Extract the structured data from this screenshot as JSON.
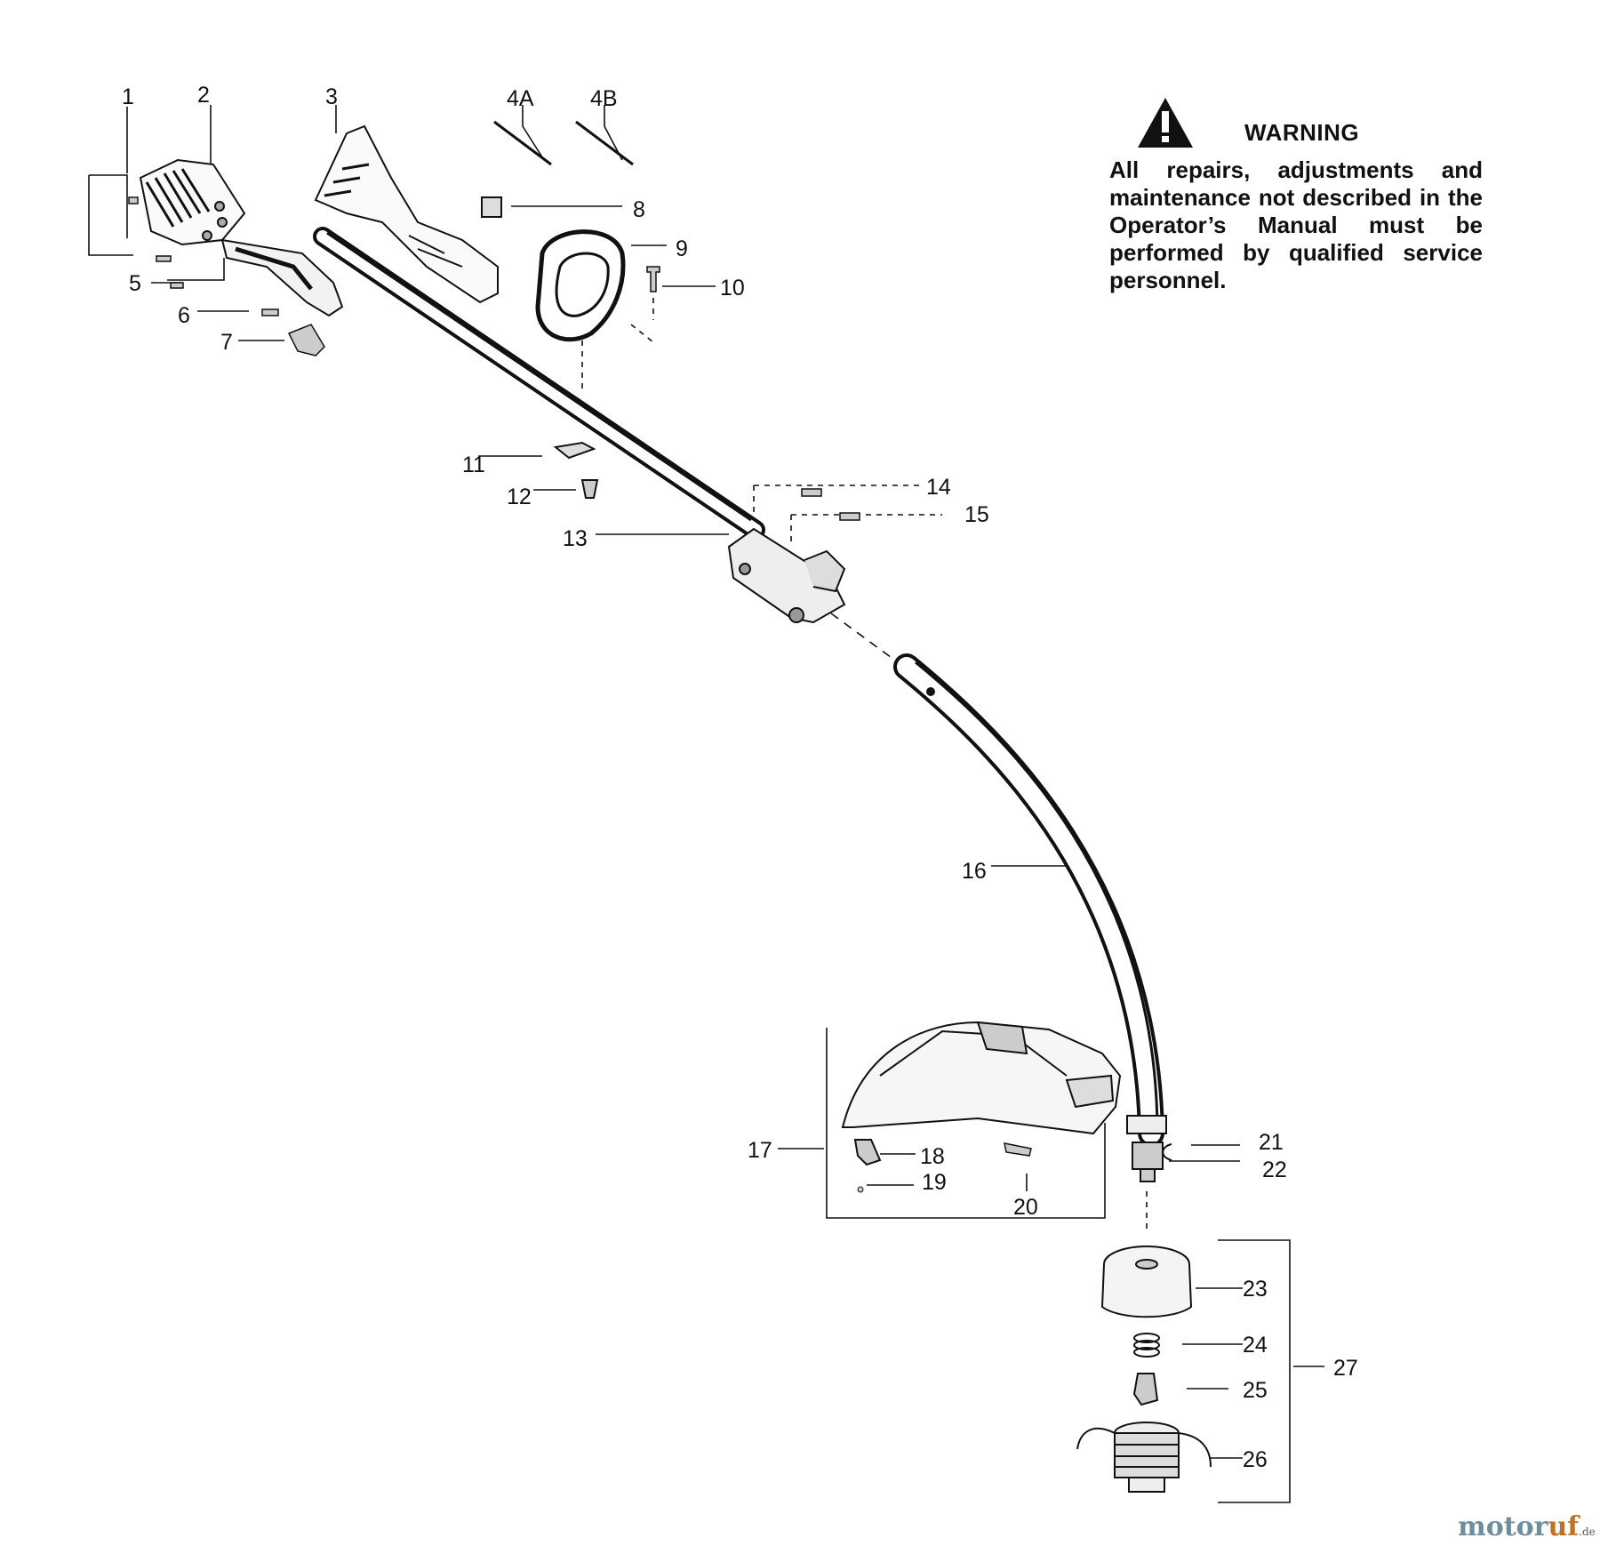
{
  "warning": {
    "title": "WARNING",
    "text": "All repairs, adjustments and maintenance not described in the Operator’s Manual must be performed by qualified service personnel."
  },
  "callouts": [
    "1",
    "2",
    "3",
    "4A",
    "4B",
    "5",
    "6",
    "7",
    "8",
    "9",
    "10",
    "11",
    "12",
    "13",
    "14",
    "15",
    "16",
    "17",
    "18",
    "19",
    "20",
    "21",
    "22",
    "23",
    "24",
    "25",
    "26",
    "27"
  ],
  "watermark": {
    "main": "motor",
    "accent": "uf",
    "tld": ".de"
  }
}
